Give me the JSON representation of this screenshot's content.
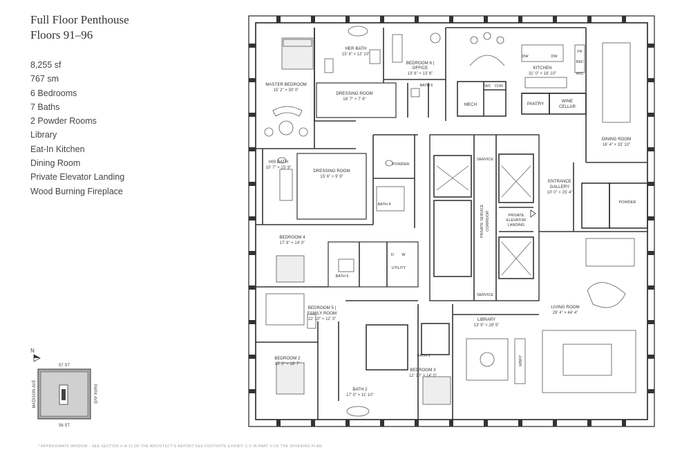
{
  "header": {
    "title_line1": "Full Floor Penthouse",
    "title_line2": "Floors 91–96"
  },
  "specs": [
    "8,255 sf",
    "767 sm",
    "6 Bedrooms",
    "7 Baths",
    "2 Powder Rooms",
    "Library",
    "Eat-In Kitchen",
    "Dining Room",
    "Private Elevator Landing",
    "Wood Burning Fireplace"
  ],
  "rooms": {
    "master_bedroom": {
      "name": "MASTER BEDROOM",
      "dims": "15' 2\" × 30' 0\""
    },
    "her_bath": {
      "name": "HER BATH",
      "dims": "15' 6\" × 12' 10\""
    },
    "dressing_room_1": {
      "name": "DRESSING ROOM",
      "dims": "16' 7\" × 7' 6\""
    },
    "bedroom_6": {
      "name1": "BEDROOM 6 |",
      "name2": "OFFICE",
      "dims": "13' 6\" × 13' 6\""
    },
    "bath_6": {
      "name": "BATH 6"
    },
    "kitchen": {
      "name": "KITCHEN",
      "dims": "31' 0\" × 16' 10\""
    },
    "wc": {
      "name": "WC"
    },
    "cor": {
      "name": "COR"
    },
    "mech": {
      "name": "MECH"
    },
    "pantry": {
      "name": "PANTRY"
    },
    "wine_cellar": {
      "name1": "WINE",
      "name2": "CELLAR"
    },
    "fr": {
      "name": "FR"
    },
    "ref": {
      "name": "REF"
    },
    "wc2": {
      "name": "W/C"
    },
    "dw1": {
      "name": "DW"
    },
    "dw2": {
      "name": "DW"
    },
    "dining_room": {
      "name": "DINING ROOM",
      "dims": "16' 4\" × 33' 10\""
    },
    "his_bath": {
      "name": "HIS BATH",
      "dims": "10' 7\" × 15' 9\""
    },
    "dressing_room_2": {
      "name": "DRESSING ROOM",
      "dims": "15' 6\" × 9' 9\""
    },
    "powder_1": {
      "name": "POWDER"
    },
    "bath_4": {
      "name": "BATH 4"
    },
    "service_top": {
      "name": "SERVICE"
    },
    "service_bottom": {
      "name": "SERVICE"
    },
    "private_service_corridor": {
      "name1": "PRIVATE SERVICE",
      "name2": "CORRIDOR"
    },
    "private_elevator_landing": {
      "name1": "PRIVATE",
      "name2": "ELEVATOR",
      "name3": "LANDING"
    },
    "entrance_gallery": {
      "name1": "ENTRANCE",
      "name2": "GALLERY",
      "dims": "10' 0\" × 25' 4\""
    },
    "powder_2": {
      "name": "POWDER"
    },
    "bedroom_4": {
      "name": "BEDROOM 4",
      "dims": "17' 8\" × 14' 0\""
    },
    "bath_5": {
      "name": "BATH 5"
    },
    "utility": {
      "name": "UTILITY"
    },
    "d": {
      "name": "D"
    },
    "w": {
      "name": "W"
    },
    "bedroom_5": {
      "name1": "BEDROOM 5 |",
      "name2": "FAMILY ROOM",
      "dims": "22' 10\" × 12' 3\""
    },
    "living_room": {
      "name": "LIVING ROOM",
      "dims": "29' 4\" × 44' 4\""
    },
    "library": {
      "name": "LIBRARY",
      "dims": "13' 9\" × 28' 5\""
    },
    "wbfp": {
      "name": "WBFP"
    },
    "bedroom_2": {
      "name": "BEDROOM 2",
      "dims": "15' 2\" × 18' 7\""
    },
    "bath_2": {
      "name": "BATH 2",
      "dims": "17' 0\" × 11' 10\""
    },
    "bath_3": {
      "name": "BATH 3"
    },
    "bedroom_3": {
      "name": "BEDROOM 3",
      "dims": "12' 10\" × 14' 0\""
    }
  },
  "key_plan": {
    "north": "N",
    "top_street": "57 ST",
    "bottom_street": "56 ST",
    "left_street": "MADISON AVE",
    "right_street": "PARK AVE"
  },
  "footnote": "* APPROXIMATE WINDOW - SEE SECTION II-A-11 OF THE ARCHITECT'S REPORT SEE FOOTNOTE EXHIBIT C-2 IN PART II OF THE OFFERING PLAN"
}
